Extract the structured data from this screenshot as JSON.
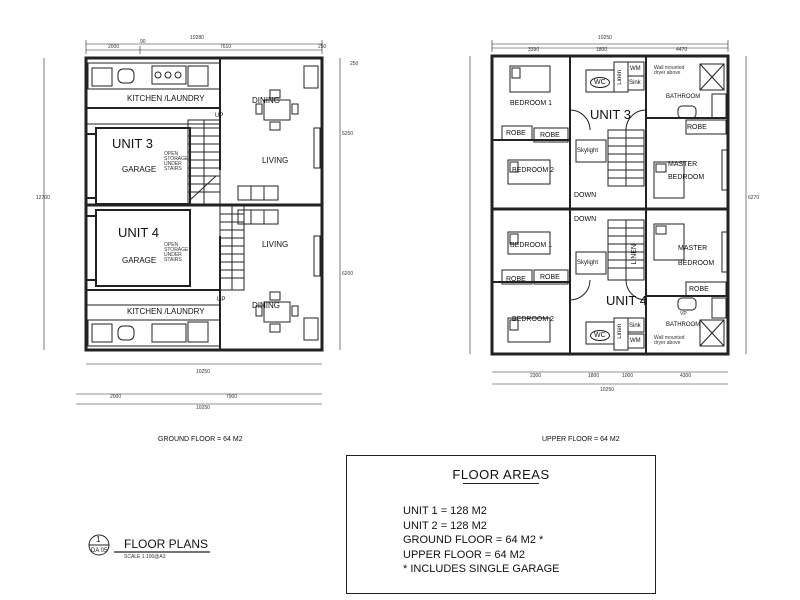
{
  "ground": {
    "caption": "GROUND FLOOR = 64 M2",
    "kitchen_label": "KITCHEN /LAUNDRY",
    "dining_label": "DINING",
    "living_label": "LIVING",
    "garage_label": "GARAGE",
    "storage_label": "OPEN STORAGE UNDER STAIRS",
    "up_label": "UP",
    "unit3": "UNIT 3",
    "unit4": "UNIT 4"
  },
  "upper": {
    "caption": "UPPER FLOOR = 64 M2",
    "bedroom1": "BEDROOM 1",
    "bedroom2": "BEDROOM 2",
    "master": "MASTER",
    "master_bedroom": "BEDROOM",
    "robe": "ROBE",
    "skylight": "Skylight",
    "down": "DOWN",
    "linen": "LINEN",
    "linen_small": "Linen",
    "wc": "WC",
    "wm": "WM",
    "sink": "Sink",
    "wall_dryer": "Wall mounted dryer above",
    "bathroom": "BATHROOM",
    "vp": "VP",
    "unit3": "UNIT 3",
    "unit4": "UNIT 4"
  },
  "areas": {
    "title": "FLOOR AREAS",
    "lines": [
      "UNIT 1 = 128 M2",
      "UNIT 2 = 128 M2",
      "GROUND FLOOR = 64 M2 *",
      "UPPER FLOOR = 64 M2",
      "* INCLUDES SINGLE GARAGE"
    ]
  },
  "title_block": {
    "number": "1",
    "sheet": "DA 05",
    "title": "FLOOR PLANS",
    "scale": "SCALE 1:100@A3"
  },
  "dims": {
    "g_top_total": "10280",
    "g_top_a": "2000",
    "g_top_b": "7610",
    "g_top_c": "90",
    "g_top_d": "250",
    "g_left": "12700",
    "g_right_a": "6250",
    "g_right_b": "6200",
    "g_right_c": "250",
    "g_bot_total": "10250",
    "g_bot_a": "2000",
    "g_bot_b": "7900",
    "g_bot_c": "10250",
    "u_top_total": "10250",
    "u_top_a": "3390",
    "u_top_b": "1800",
    "u_top_c": "4470",
    "u_right": "6270",
    "u_bot_total": "10250",
    "u_bot_a": "2300",
    "u_bot_b": "1800",
    "u_bot_c": "1000",
    "u_bot_d": "4300"
  }
}
